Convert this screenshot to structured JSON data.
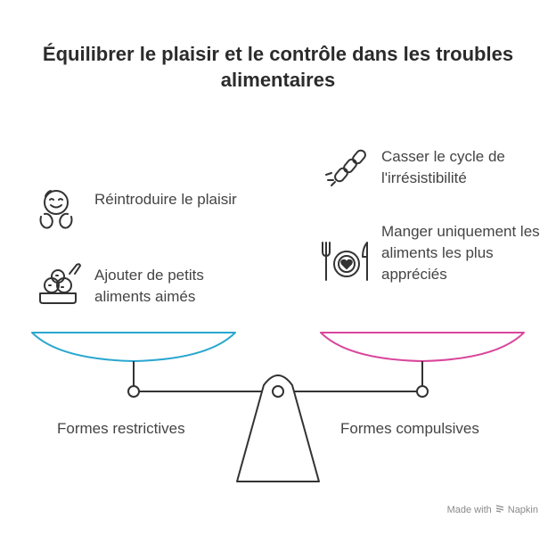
{
  "title": "Équilibrer le plaisir et le contrôle dans les troubles alimentaires",
  "left": {
    "items": [
      {
        "label": "Réintroduire le plaisir",
        "icon": "smiling-face-icon"
      },
      {
        "label": "Ajouter de petits aliments aimés",
        "icon": "dessert-bowl-icon"
      }
    ],
    "pan_label": "Formes restrictives",
    "color": "#2aa7cf"
  },
  "right": {
    "items": [
      {
        "label": "Casser le cycle de l'irrésistibilité",
        "icon": "broken-chain-icon"
      },
      {
        "label": "Manger uniquement les aliments les plus appréciés",
        "icon": "plate-heart-cutlery-icon"
      }
    ],
    "pan_label": "Formes compulsives",
    "color": "#d9469c"
  },
  "footer": {
    "made_with": "Made with",
    "brand": "Napkin"
  }
}
